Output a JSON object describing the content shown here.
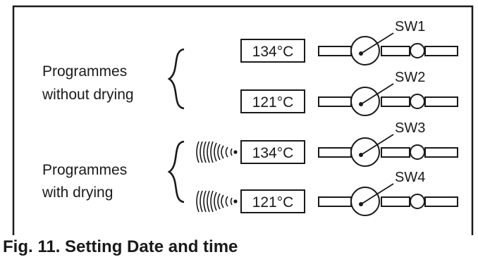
{
  "groups": [
    {
      "label_line1": "Programmes",
      "label_line2": "without drying",
      "rows": [
        {
          "temperature": "134°C",
          "switch": "SW1",
          "drying": false
        },
        {
          "temperature": "121°C",
          "switch": "SW2",
          "drying": false
        }
      ]
    },
    {
      "label_line1": "Programmes",
      "label_line2": "with drying",
      "rows": [
        {
          "temperature": "134°C",
          "switch": "SW3",
          "drying": true
        },
        {
          "temperature": "121°C",
          "switch": "SW4",
          "drying": true
        }
      ]
    }
  ],
  "caption": "Fig. 11.  Setting Date and time"
}
